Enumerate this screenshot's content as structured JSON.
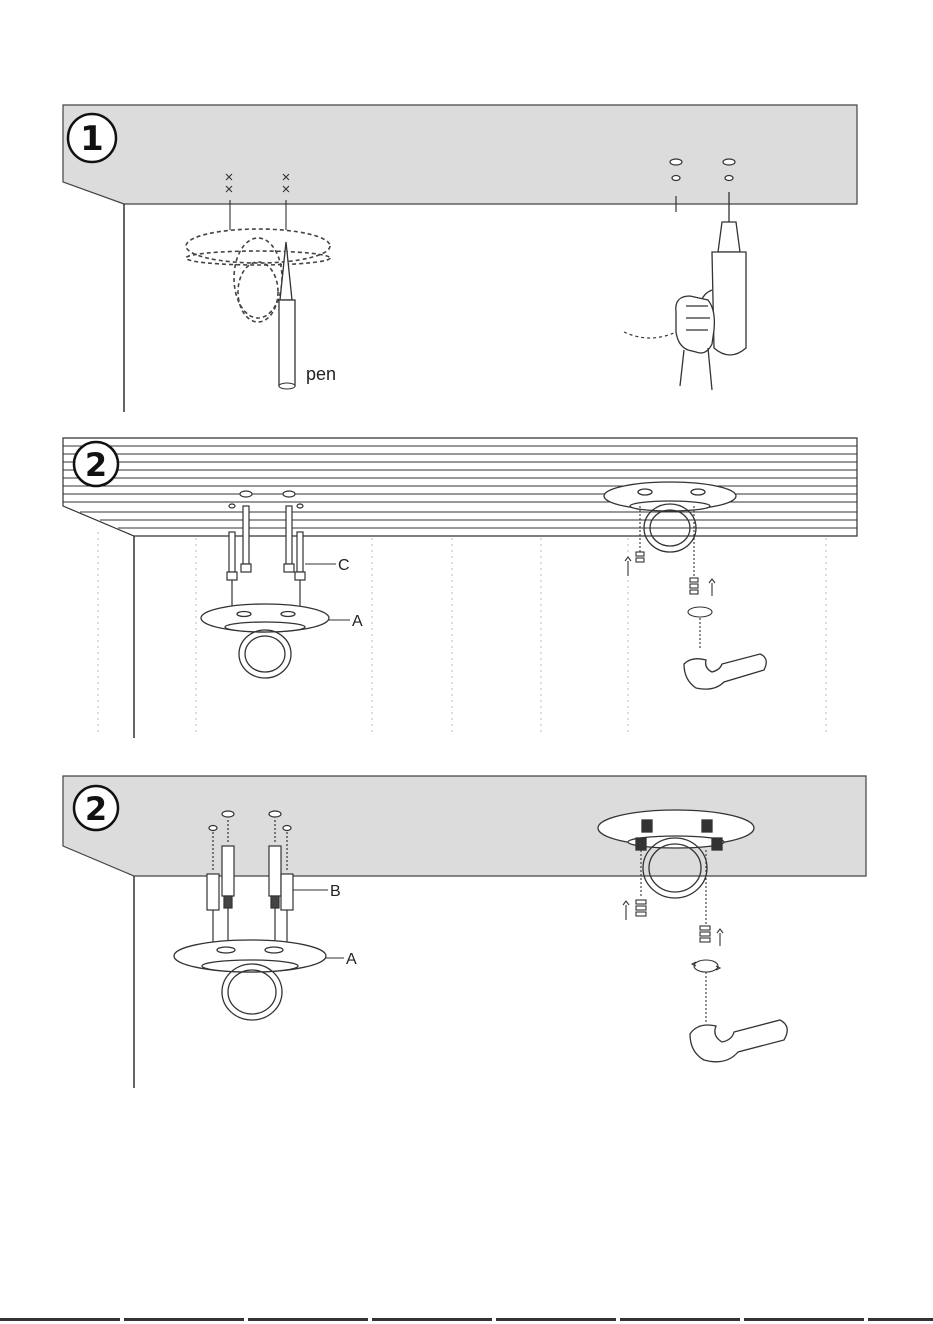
{
  "panels": [
    {
      "step": "1",
      "labels": {
        "pen": "pen"
      },
      "icons": [
        "pen-icon",
        "drill-icon",
        "hand-icon",
        "ceiling-plate-outline"
      ]
    },
    {
      "step": "2",
      "labels": {
        "bolt": "C",
        "plate": "A"
      },
      "icons": [
        "wood-ceiling",
        "bolt-icon",
        "ring-plate-icon",
        "wrench-icon"
      ]
    },
    {
      "step": "2",
      "labels": {
        "anchor": "B",
        "plate": "A"
      },
      "icons": [
        "concrete-ceiling",
        "anchor-icon",
        "ring-plate-icon",
        "wrench-icon"
      ]
    }
  ],
  "colors": {
    "ceiling": "#dcdcdc",
    "line": "#333333",
    "background": "#ffffff"
  }
}
